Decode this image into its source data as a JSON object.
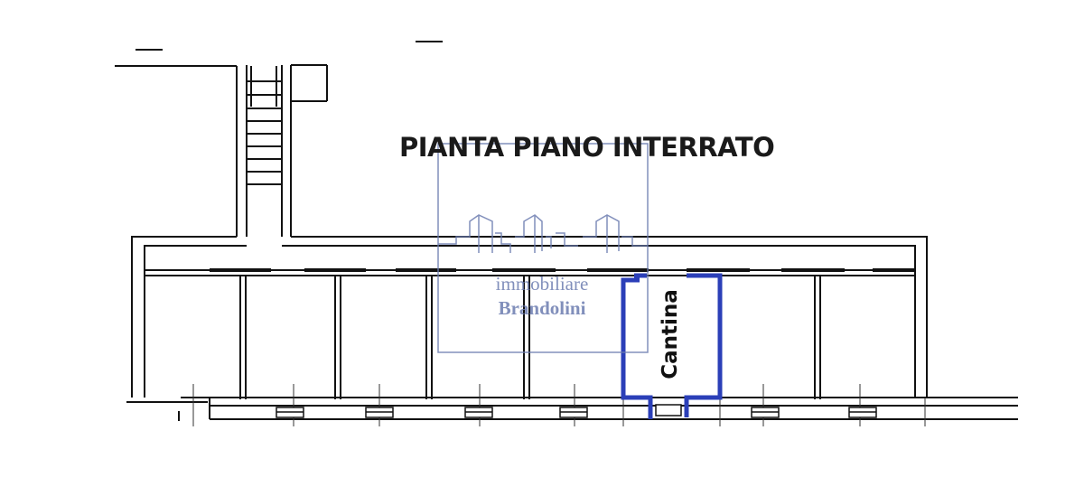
{
  "title": "PIANTA PIANO INTERRATO",
  "room_label": "Cantina",
  "watermark": {
    "line1": "immobiliare",
    "line2": "Brandolini"
  },
  "colors": {
    "walls": "#111111",
    "highlight": "#2b3fb8",
    "watermark": "#6c7cb0"
  }
}
